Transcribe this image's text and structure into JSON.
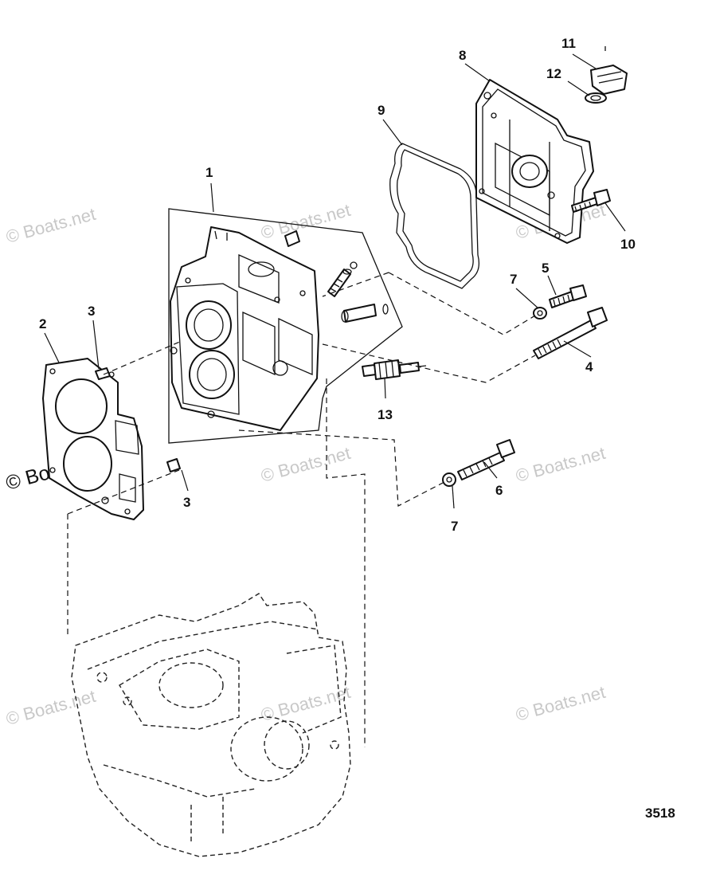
{
  "diagram": {
    "figure_number": "3518",
    "watermark": "© Boats.net",
    "callouts": {
      "c1": "1",
      "c2": "2",
      "c3a": "3",
      "c3b": "3",
      "c4": "4",
      "c5": "5",
      "c6": "6",
      "c7a": "7",
      "c7b": "7",
      "c8": "8",
      "c9": "9",
      "c10": "10",
      "c11": "11",
      "c12": "12",
      "c13": "13"
    }
  }
}
